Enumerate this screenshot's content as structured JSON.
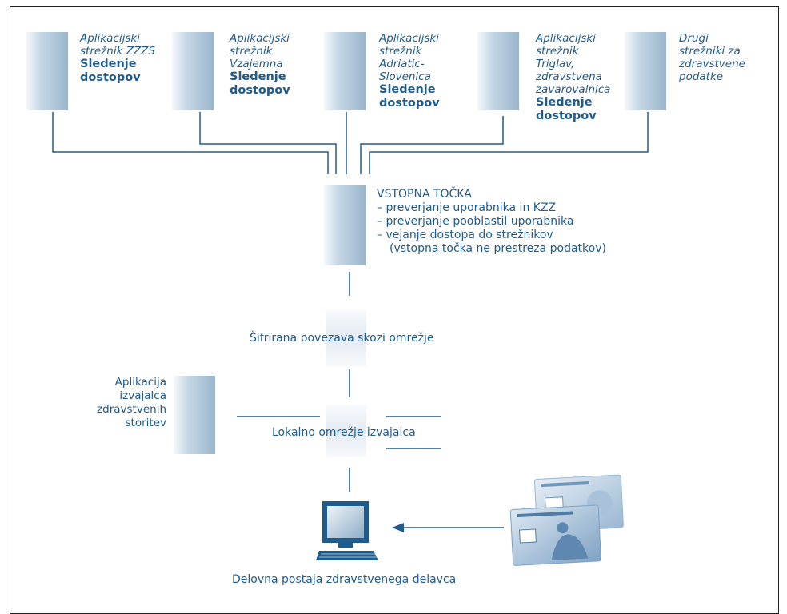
{
  "servers": [
    {
      "italic": [
        "Aplikacijski",
        "strežnik ZZZS"
      ],
      "bold": [
        "Sledenje",
        "dostopov"
      ]
    },
    {
      "italic": [
        "Aplikacijski",
        "strežnik",
        "Vzajemna"
      ],
      "bold": [
        "Sledenje",
        "dostopov"
      ]
    },
    {
      "italic": [
        "Aplikacijski",
        "strežnik",
        "Adriatic-",
        "Slovenica"
      ],
      "bold": [
        "Sledenje",
        "dostopov"
      ]
    },
    {
      "italic": [
        "Aplikacijski",
        "strežnik",
        "Triglav,",
        "zdravstvena",
        "zavarovalnica"
      ],
      "bold": [
        "Sledenje",
        "dostopov"
      ]
    },
    {
      "italic": [
        "Drugi",
        "strežniki za",
        "zdravstvene",
        "podatke"
      ],
      "bold": []
    }
  ],
  "entry_point": {
    "title": "VSTOPNA TOČKA",
    "items": [
      "– preverjanje uporabnika in KZZ",
      "– preverjanje pooblastil uporabnika",
      "– vejanje dostopa do strežnikov",
      "(vstopna točka ne prestreza podatkov)"
    ]
  },
  "encrypted_link": "Šifrirana povezava skozi omrežje",
  "provider_app": [
    "Aplikacija",
    "izvajalca",
    "zdravstvenih",
    "storitev"
  ],
  "local_network": "Lokalno omrežje izvajalca",
  "workstation": "Delovna postaja zdravstvenega delavca",
  "colors": {
    "primary": "#1f5b8d",
    "light": "#cfdcea",
    "frame": "#1f1f1f"
  }
}
